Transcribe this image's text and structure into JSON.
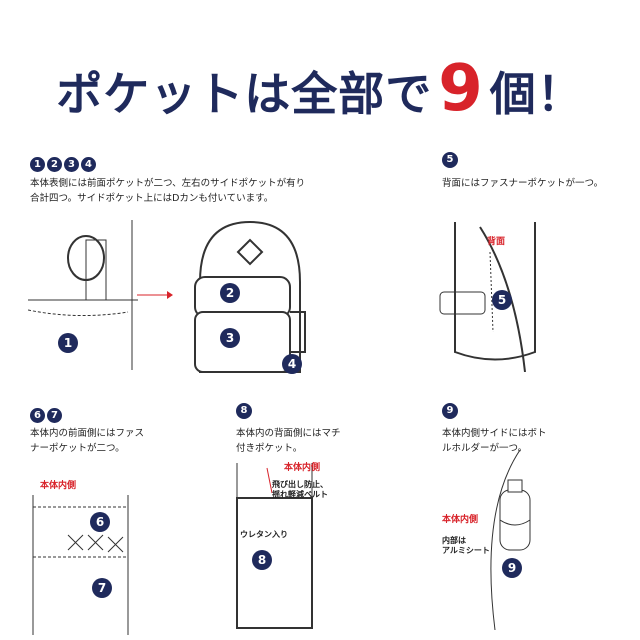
{
  "headline": {
    "pre": "ポケットは全部で",
    "num": "9",
    "post": "個！"
  },
  "s1": {
    "badges": [
      "1",
      "2",
      "3",
      "4"
    ],
    "text": "本体表側には前面ポケットが二つ、左右のサイドポケットが有り\n合計四つ。サイドポケット上にはDカンも付いています。"
  },
  "s5": {
    "badge": "5",
    "text": "背面にはファスナーポケットが一つ。",
    "label": "背面"
  },
  "s67": {
    "badges": [
      "6",
      "7"
    ],
    "text": "本体内の前面側にはファス\nナーポケットが二つ。",
    "label": "本体内側"
  },
  "s8": {
    "badge": "8",
    "text": "本体内の背面側にはマチ\n付きポケット。",
    "label": "本体内側",
    "note": "飛び出し防止、\n揺れ軽減ベルト",
    "note2": "ウレタン入り"
  },
  "s9": {
    "badge": "9",
    "text": "本体内側サイドにはボト\nルホルダーが一つ。",
    "label": "本体内側",
    "note": "内部は\nアルミシート"
  },
  "callouts": {
    "c1": "1",
    "c2": "2",
    "c3": "3",
    "c4": "4",
    "c5": "5",
    "c6": "6",
    "c7": "7",
    "c8": "8",
    "c9": "9"
  }
}
